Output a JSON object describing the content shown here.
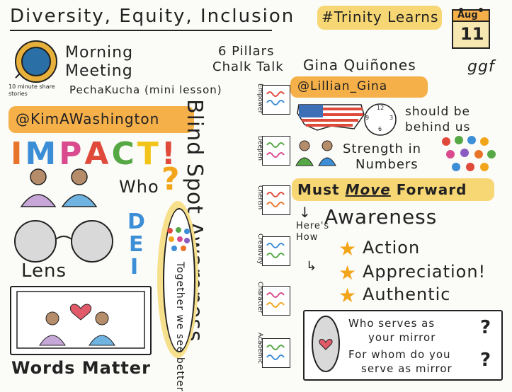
{
  "title": {
    "word1": "Diversity,",
    "word2": "Equity,",
    "word3": "Inclusion",
    "accent_colors": [
      "#f5a623",
      "#f5a623",
      "#f5a623"
    ]
  },
  "header_right": {
    "hashtag": "#Trinity Learns",
    "date_month": "Aug",
    "date_day": "11",
    "signature": "ggf"
  },
  "morning_meeting": {
    "line1": "Morning",
    "line2": "Meeting",
    "clock_label": "10 minute share stories"
  },
  "pecha_kucha": "PechaKucha (mini lesson)",
  "handle_kim": "@KimAWashington",
  "impact": {
    "letters": [
      "I",
      "M",
      "P",
      "A",
      "C",
      "T",
      "!"
    ],
    "colors": [
      "#e8742a",
      "#3c8ed6",
      "#d94b8e",
      "#e04a3a",
      "#56a845",
      "#f2c419",
      "#e04a3a"
    ]
  },
  "who": "Who",
  "question_mark": "?",
  "dei": [
    "D",
    "E",
    "I"
  ],
  "lens": "Lens",
  "words_matter": "Words Matter",
  "blind_spot": "Blind Spot Awareness",
  "together": "Together we see better",
  "pillars": {
    "title_line1": "6 Pillars",
    "title_line2": "Chalk Talk",
    "items": [
      "Empower",
      "Deepen",
      "Cherish",
      "Creativity",
      "Character",
      "Academic"
    ]
  },
  "gina": {
    "name": "Gina Quiñones",
    "handle": "@Lillian_Gina"
  },
  "behind_us": {
    "line1": "should be",
    "line2": "behind us",
    "clock_digits": [
      "9",
      "12",
      "3",
      "6"
    ]
  },
  "strength": {
    "line1": "Strength in",
    "line2": "Numbers"
  },
  "must_move": {
    "word1": "Must",
    "word2": "Move",
    "word3": "Forward"
  },
  "heres_how": "Here's How",
  "a_list": [
    "Awareness",
    "Action",
    "Appreciation!",
    "Authentic"
  ],
  "mirror": {
    "q1_line1": "Who serves as",
    "q1_line2": "your mirror",
    "q2_line1": "For whom do you",
    "q2_line2": "serve as mirror"
  }
}
